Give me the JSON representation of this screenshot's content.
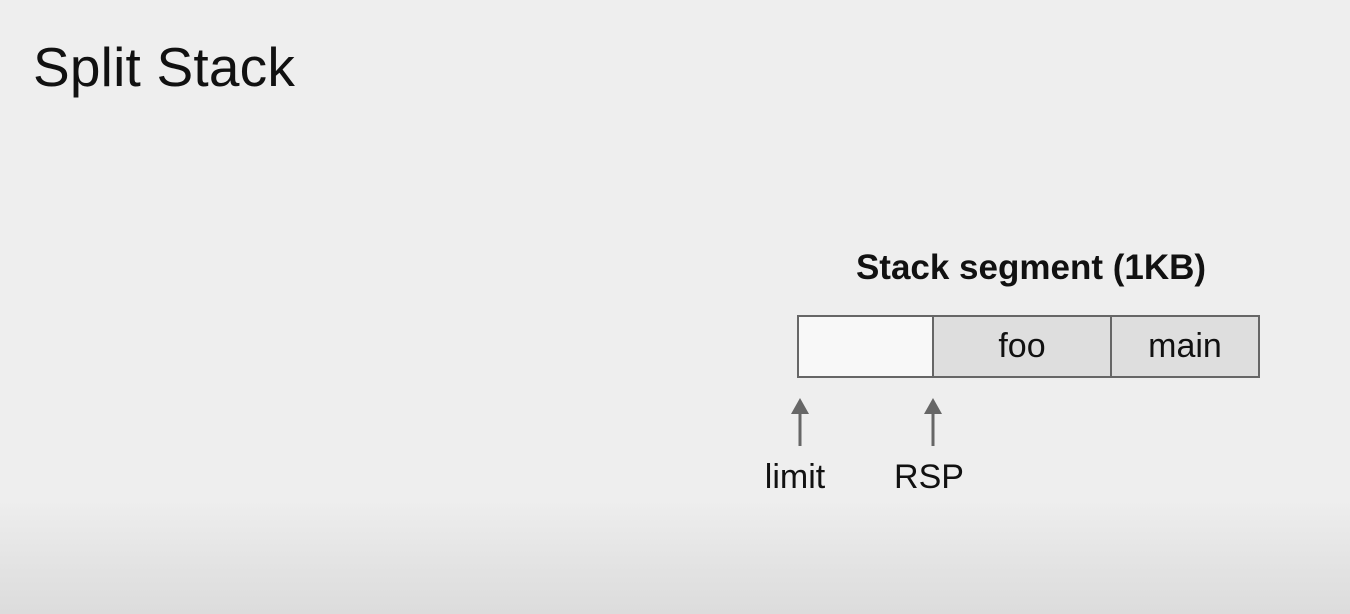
{
  "slide": {
    "title": "Split Stack"
  },
  "diagram": {
    "segment_title": "Stack segment (1KB)",
    "cells": [
      {
        "label": ""
      },
      {
        "label": "foo"
      },
      {
        "label": "main"
      }
    ],
    "pointers": [
      {
        "label": "limit"
      },
      {
        "label": "RSP"
      }
    ],
    "colors": {
      "border": "#666666",
      "frame_fill": "#dedede",
      "free_fill": "#f8f8f8",
      "arrow": "#666666",
      "background": "#eeeeee"
    }
  }
}
